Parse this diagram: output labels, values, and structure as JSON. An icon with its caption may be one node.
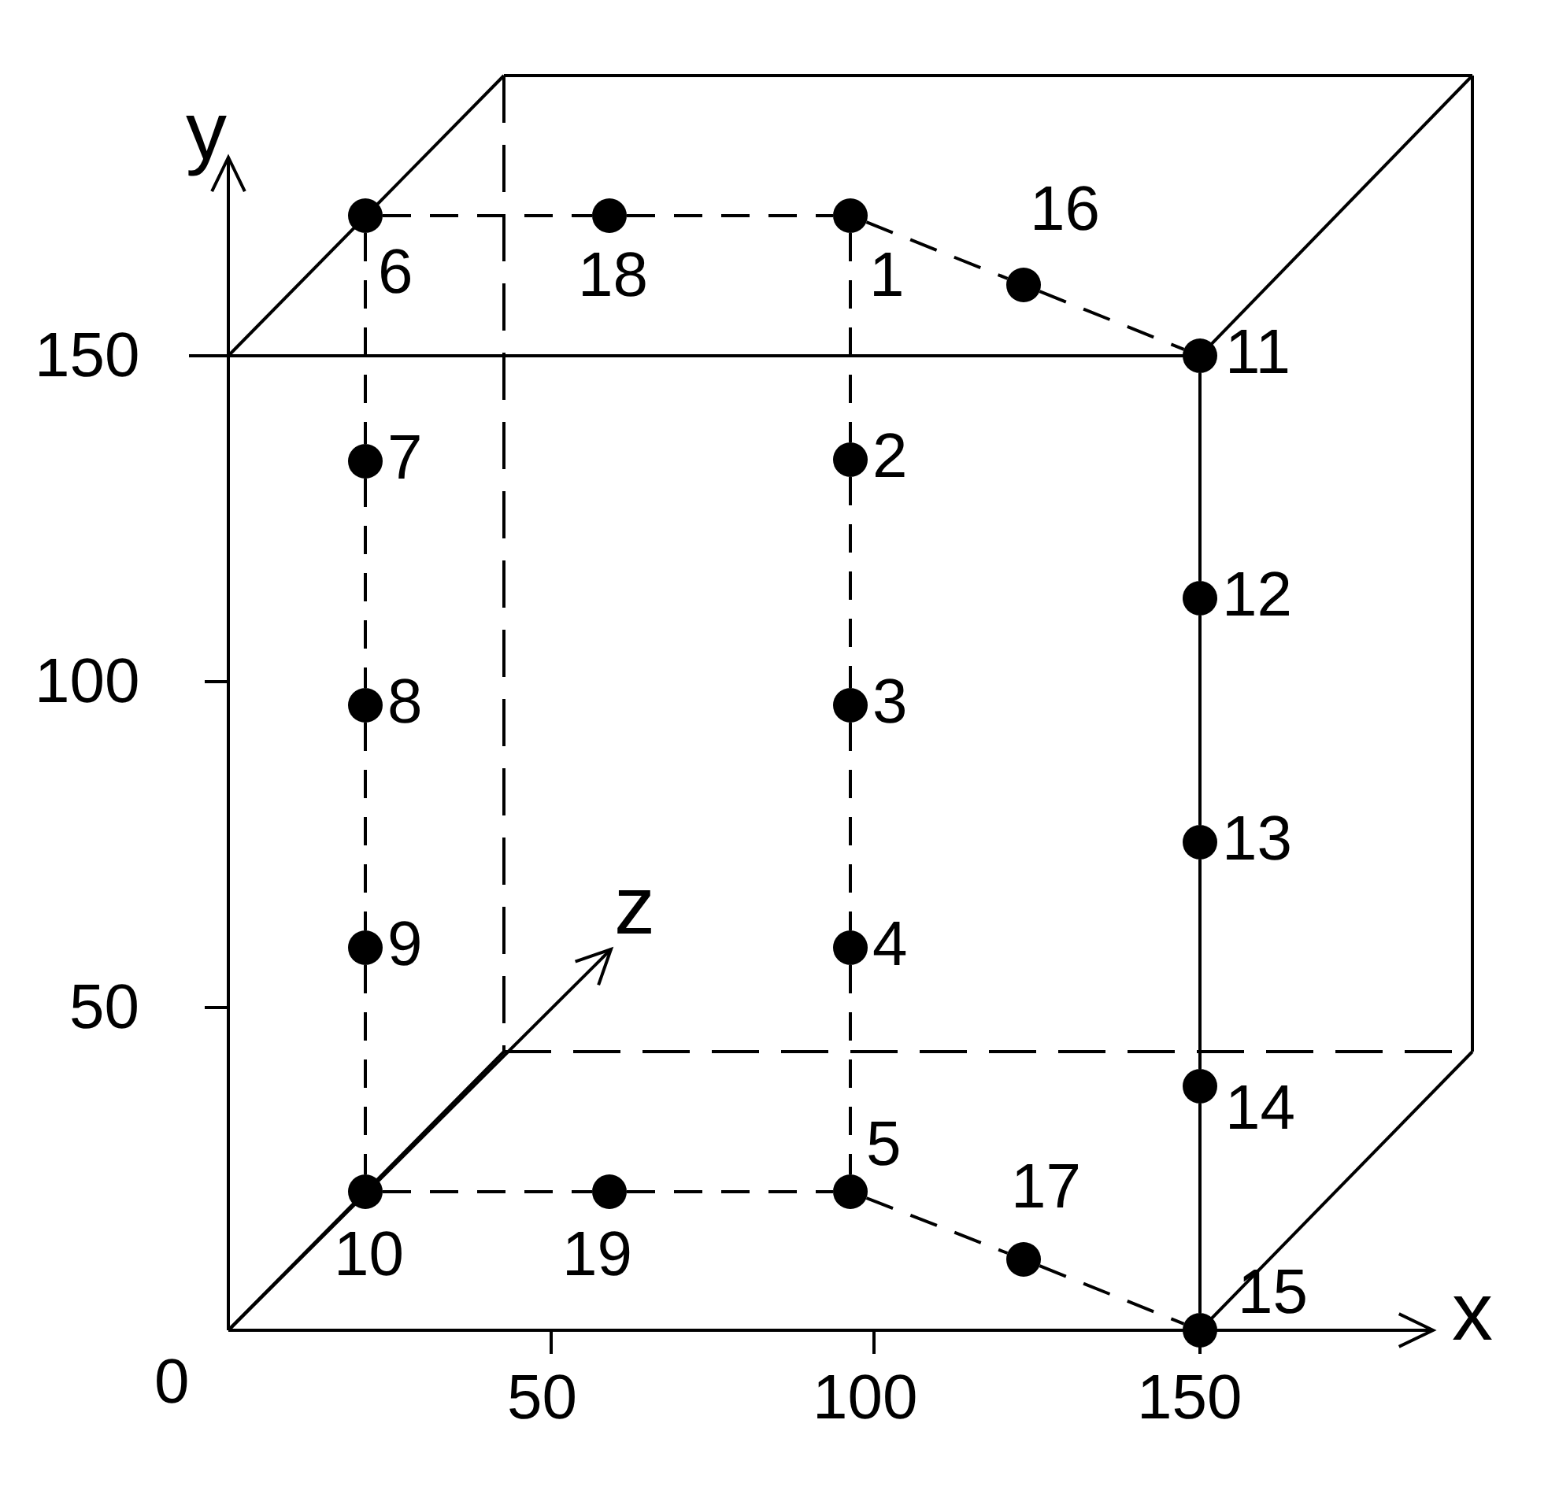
{
  "diagram": {
    "nodes": [
      {
        "text": [
          "1"
        ]
      },
      {
        "text": [
          "2"
        ]
      },
      {
        "text": [
          "3"
        ]
      },
      {
        "text": [
          "4"
        ]
      },
      {
        "text": [
          "5"
        ]
      },
      {
        "text": [
          "6"
        ]
      },
      {
        "text": [
          "7"
        ]
      },
      {
        "text": [
          "8"
        ]
      },
      {
        "text": [
          "9"
        ]
      },
      {
        "text": [
          "10"
        ]
      },
      {
        "text": [
          "11"
        ]
      },
      {
        "text": [
          "12"
        ]
      },
      {
        "text": [
          "13"
        ]
      },
      {
        "text": [
          "14"
        ]
      },
      {
        "text": [
          "15"
        ]
      },
      {
        "text": [
          "16"
        ]
      },
      {
        "text": [
          "17"
        ]
      },
      {
        "text": [
          "18"
        ]
      },
      {
        "text": [
          "19"
        ]
      }
    ],
    "edges": [
      {
        "from": 5,
        "to": 6,
        "arrow": "none",
        "style": "dashed"
      },
      {
        "from": 6,
        "to": 7,
        "arrow": "none",
        "style": "dashed"
      },
      {
        "from": 7,
        "to": 8,
        "arrow": "none",
        "style": "dashed"
      },
      {
        "from": 8,
        "to": 9,
        "arrow": "none",
        "style": "dashed"
      },
      {
        "from": 0,
        "to": 1,
        "arrow": "none",
        "style": "dashed"
      },
      {
        "from": 1,
        "to": 2,
        "arrow": "none",
        "style": "dashed"
      },
      {
        "from": 2,
        "to": 3,
        "arrow": "none",
        "style": "dashed"
      },
      {
        "from": 3,
        "to": 4,
        "arrow": "none",
        "style": "dashed"
      },
      {
        "from": 10,
        "to": 11,
        "arrow": "none"
      },
      {
        "from": 11,
        "to": 12,
        "arrow": "none"
      },
      {
        "from": 12,
        "to": 13,
        "arrow": "none"
      },
      {
        "from": 13,
        "to": 14,
        "arrow": "none"
      },
      {
        "from": 5,
        "to": 17,
        "arrow": "none",
        "style": "dashed"
      },
      {
        "from": 17,
        "to": 0,
        "arrow": "none",
        "style": "dashed"
      },
      {
        "from": 0,
        "to": 15,
        "arrow": "none",
        "style": "dashed"
      },
      {
        "from": 15,
        "to": 10,
        "arrow": "none",
        "style": "dashed"
      },
      {
        "from": 9,
        "to": 18,
        "arrow": "none",
        "style": "dashed"
      },
      {
        "from": 18,
        "to": 4,
        "arrow": "none",
        "style": "dashed"
      },
      {
        "from": 4,
        "to": 16,
        "arrow": "none",
        "style": "dashed"
      },
      {
        "from": 16,
        "to": 14,
        "arrow": "none",
        "style": "dashed"
      }
    ],
    "labels": [
      "y",
      "150",
      "100",
      "z",
      "50",
      "0",
      "x",
      "50",
      "100",
      "150"
    ]
  }
}
